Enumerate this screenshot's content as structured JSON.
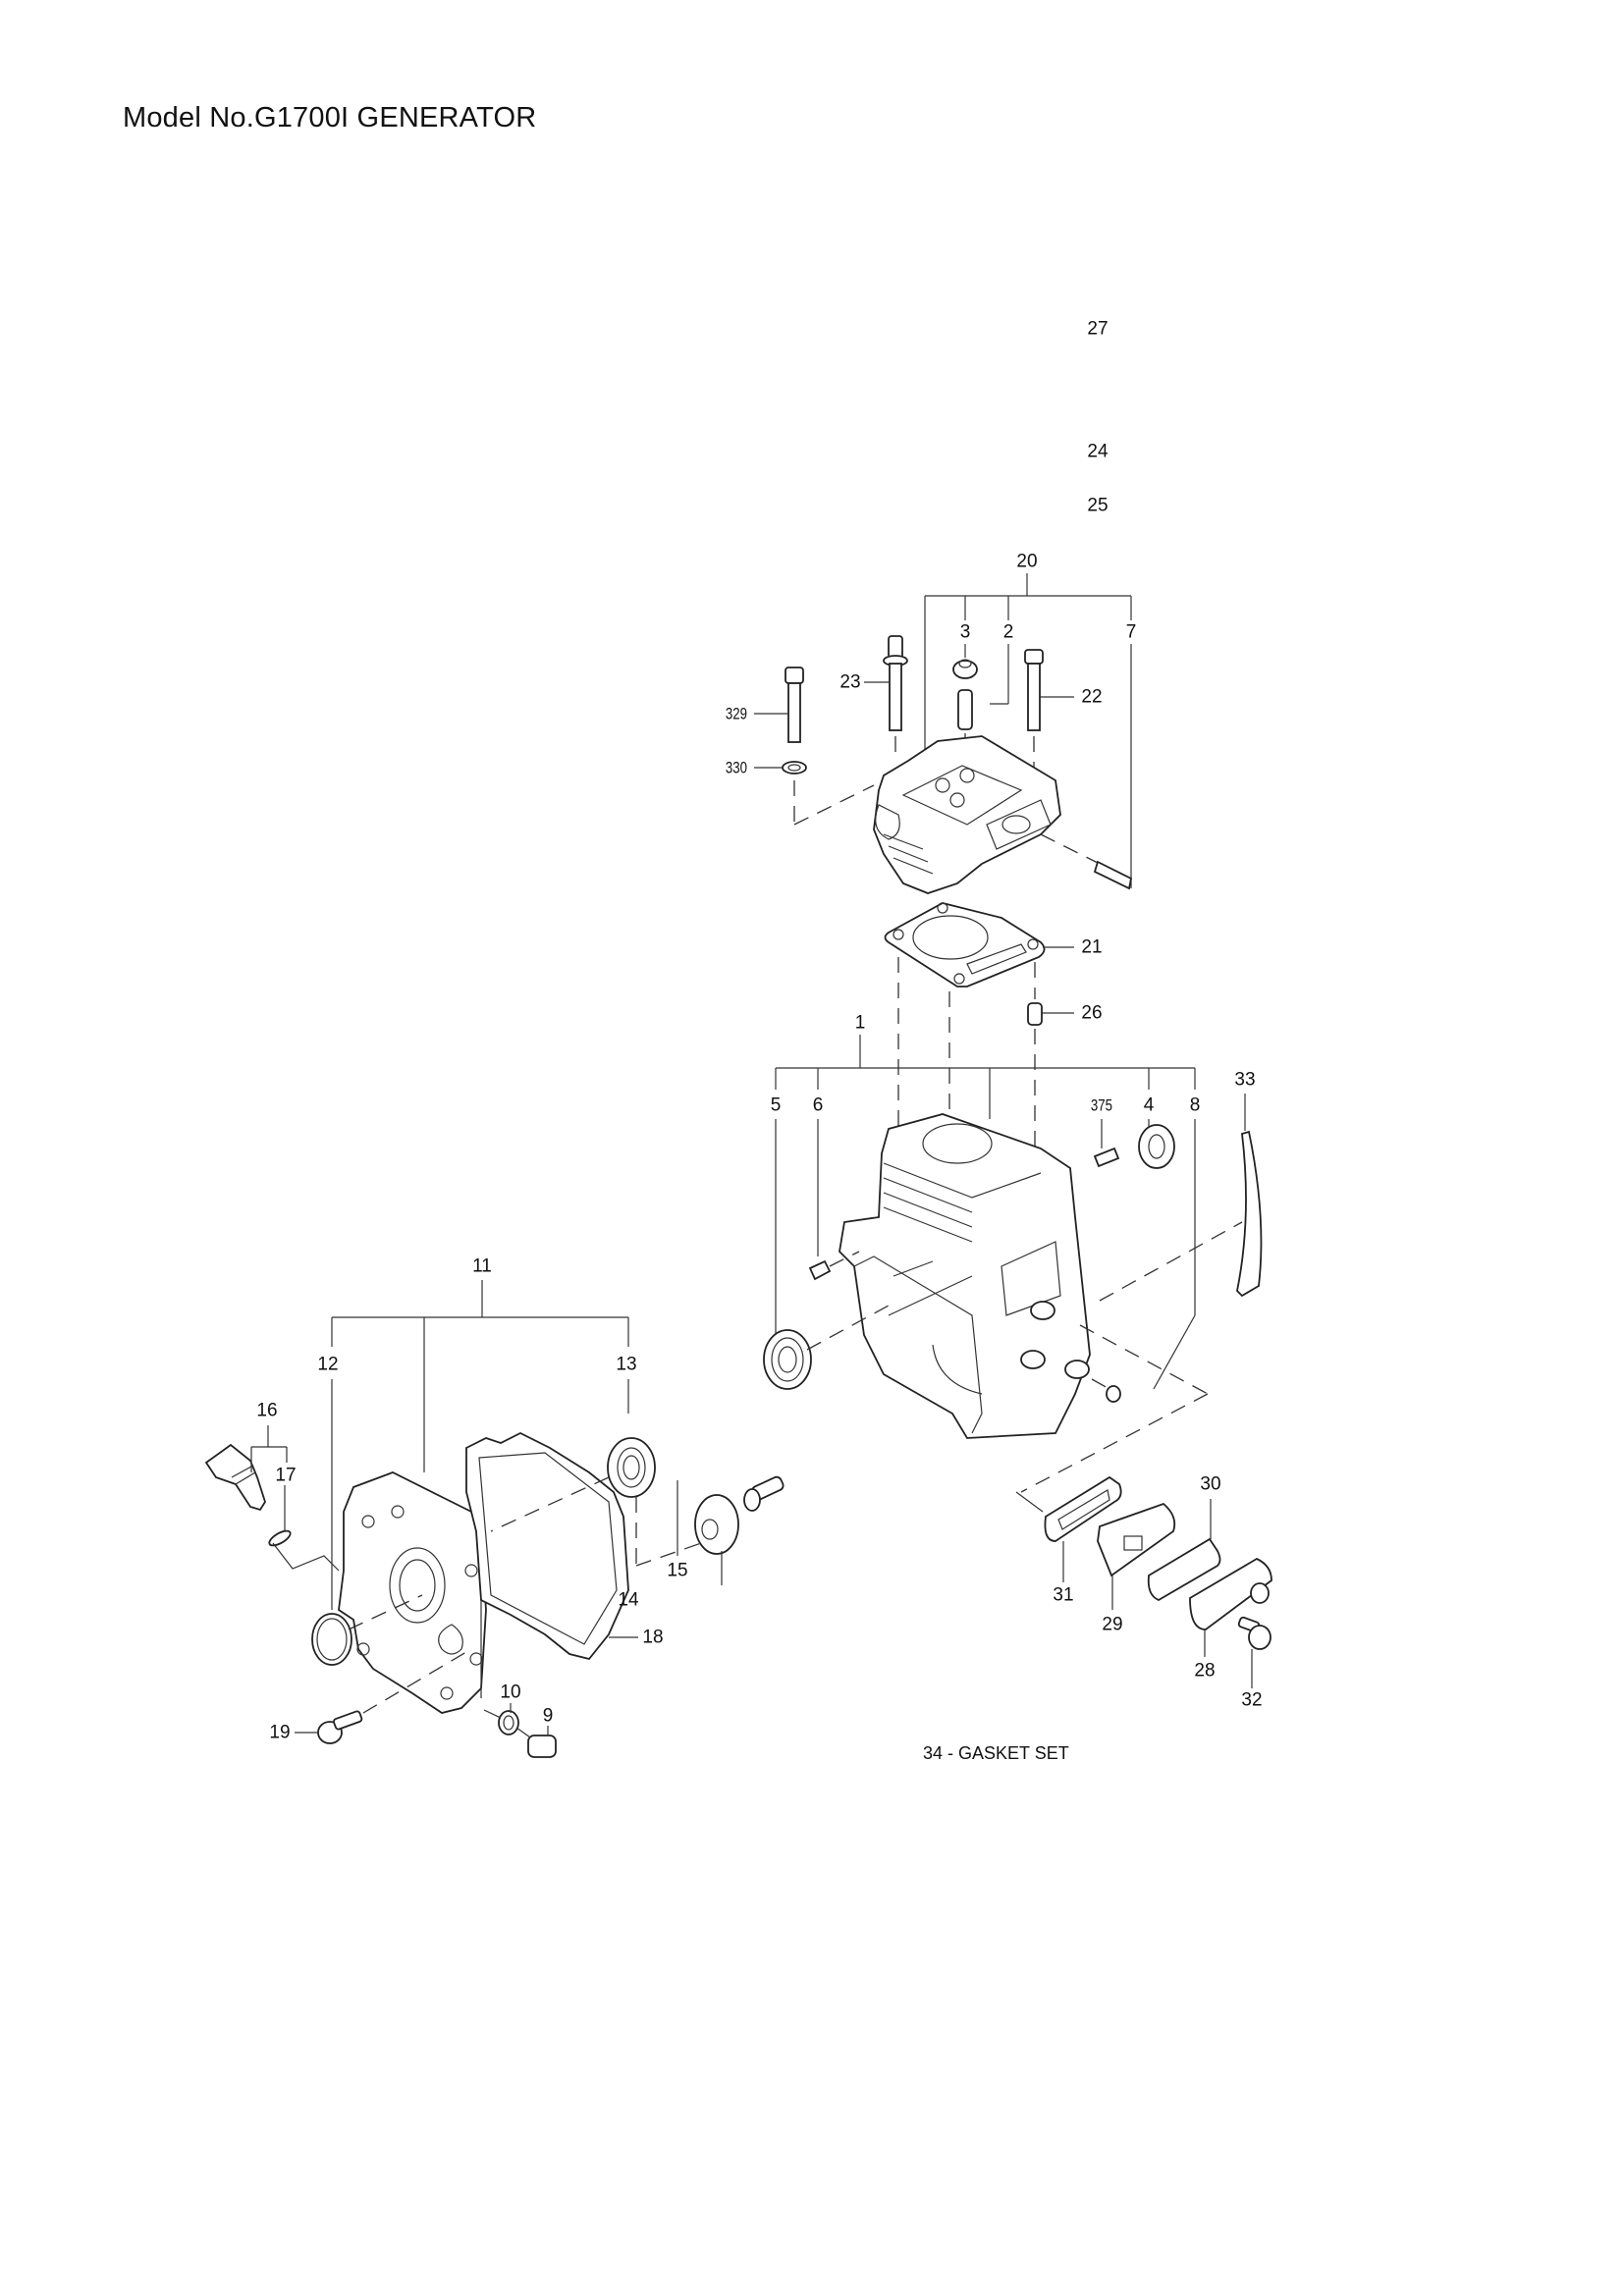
{
  "page": {
    "title": "Model No.G1700I GENERATOR",
    "note": "34 -  GASKET SET"
  },
  "callouts": {
    "c27": "27",
    "c24": "24",
    "c25": "25",
    "c20": "20",
    "c3": "3",
    "c2": "2",
    "c7": "7",
    "c23": "23",
    "c22": "22",
    "c329": "329",
    "c330": "330",
    "c21": "21",
    "c26": "26",
    "c1": "1",
    "c5": "5",
    "c6": "6",
    "c375": "375",
    "c4": "4",
    "c8": "8",
    "c33": "33",
    "c11": "11",
    "c12": "12",
    "c13": "13",
    "c16": "16",
    "c17": "17",
    "c14": "14",
    "c15": "15",
    "c18": "18",
    "c19": "19",
    "c10": "10",
    "c9": "9",
    "c30": "30",
    "c31": "31",
    "c29": "29",
    "c28": "28",
    "c32": "32"
  }
}
